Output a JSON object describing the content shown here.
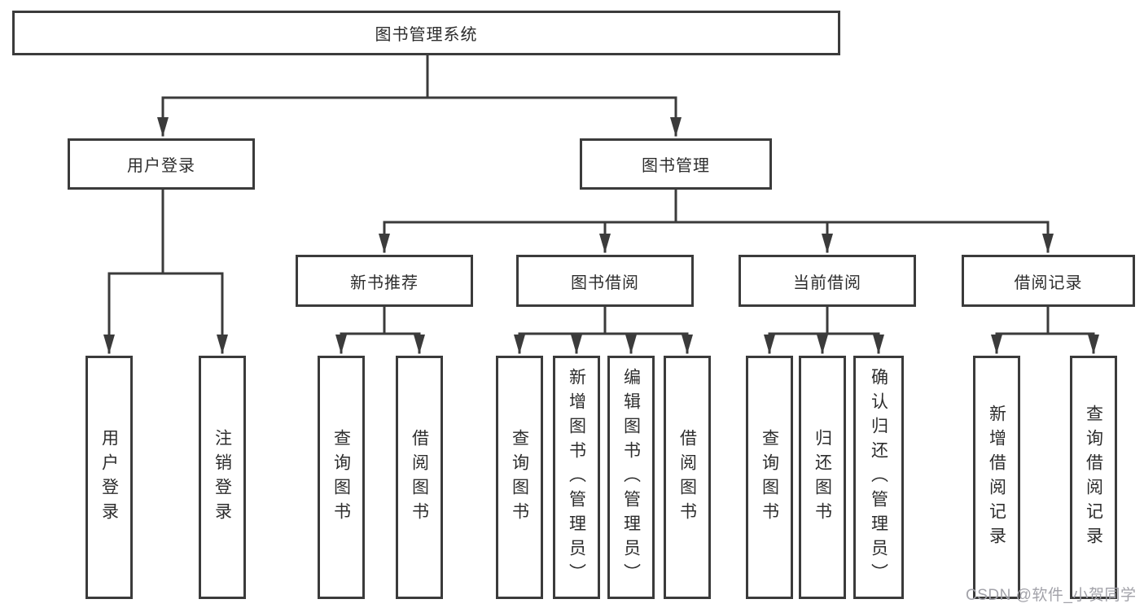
{
  "colors": {
    "line": "#3b3b3b",
    "border": "#3b3b3b",
    "fill": "#ffffff",
    "text": "#2d2d2d",
    "watermark": "#a2a2a9"
  },
  "diagram": {
    "root": {
      "label": "图书管理系统"
    },
    "branches": [
      {
        "label": "用户登录",
        "children": [
          {
            "label": "用户登录"
          },
          {
            "label": "注销登录"
          }
        ]
      },
      {
        "label": "图书管理",
        "children": [
          {
            "label": "新书推荐",
            "children": [
              {
                "label": "查询图书"
              },
              {
                "label": "借阅图书"
              }
            ]
          },
          {
            "label": "图书借阅",
            "children": [
              {
                "label": "查询图书"
              },
              {
                "label": "新增图书（管理员）"
              },
              {
                "label": "编辑图书（管理员）"
              },
              {
                "label": "借阅图书"
              }
            ]
          },
          {
            "label": "当前借阅",
            "children": [
              {
                "label": "查询图书"
              },
              {
                "label": "归还图书"
              },
              {
                "label": "确认归还（管理员）"
              }
            ]
          },
          {
            "label": "借阅记录",
            "children": [
              {
                "label": "新增借阅记录"
              },
              {
                "label": "查询借阅记录"
              }
            ]
          }
        ]
      }
    ]
  },
  "watermark": {
    "text": "CSDN @软件_小贺同学"
  }
}
